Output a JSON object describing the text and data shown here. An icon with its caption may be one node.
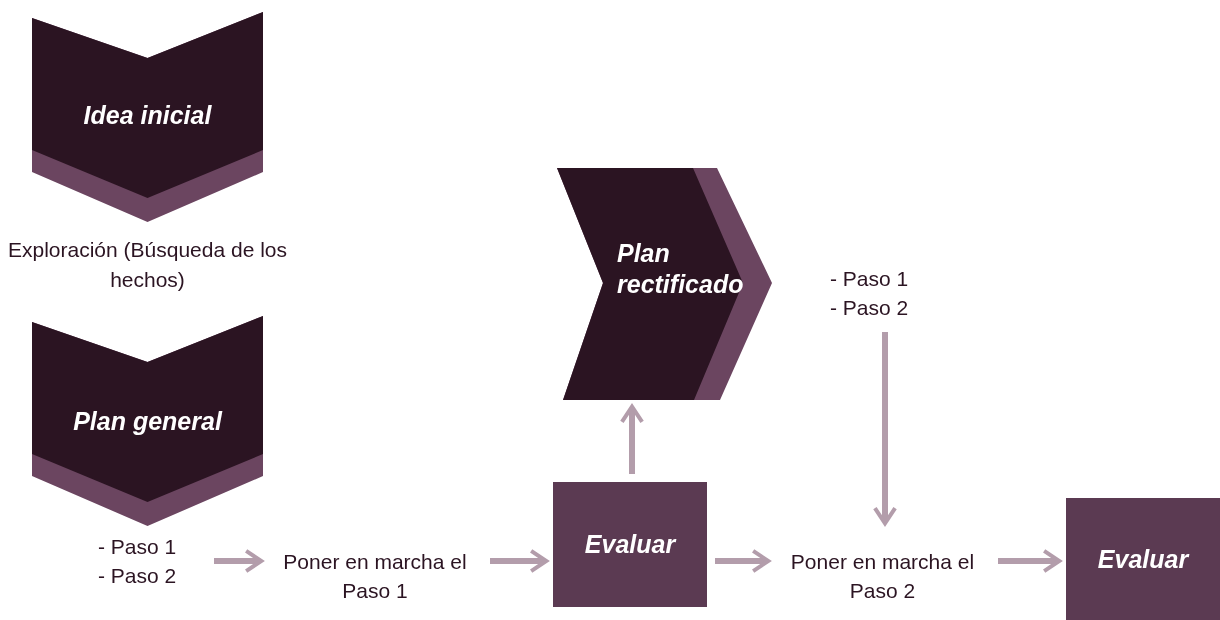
{
  "diagram": {
    "nodes": [
      {
        "text": [
          "Idea inicial"
        ]
      },
      {
        "text": [
          "Plan general"
        ]
      },
      {
        "text": [
          "- Paso 1",
          "- Paso 2"
        ]
      },
      {
        "text": [
          "Poner en marcha el Paso 1"
        ]
      },
      {
        "text": [
          "Evaluar"
        ]
      },
      {
        "text": [
          "Plan rectificado"
        ]
      },
      {
        "text": [
          "- Paso 1",
          "- Paso 2"
        ]
      },
      {
        "text": [
          "Poner en marcha el Paso 2"
        ]
      },
      {
        "text": [
          "Evaluar"
        ]
      }
    ],
    "edges": [
      {
        "from": 2,
        "to": 3,
        "arrow": "to"
      },
      {
        "from": 3,
        "to": 4,
        "arrow": "to"
      },
      {
        "from": 4,
        "to": 5,
        "arrow": "to"
      },
      {
        "from": 6,
        "to": 7,
        "arrow": "to"
      },
      {
        "from": 4,
        "to": 7,
        "arrow": "to"
      },
      {
        "from": 7,
        "to": 8,
        "arrow": "to"
      }
    ],
    "labels": [
      "Exploración (Búsqueda de los hechos)"
    ]
  }
}
